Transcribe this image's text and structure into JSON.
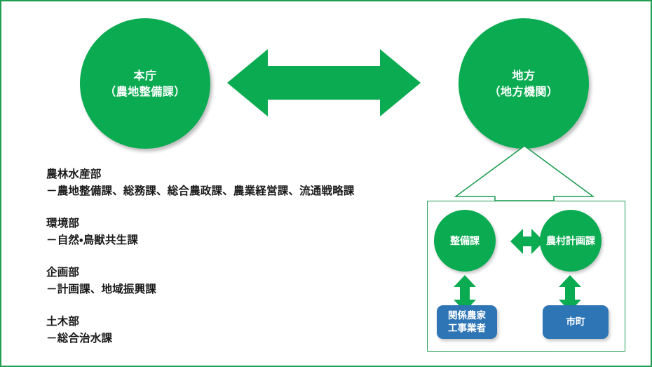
{
  "slide": {
    "background_color": "#ffffff",
    "border_color": "#1f9e52",
    "accent_green": "#0bab52",
    "accent_blue": "#2e75b6"
  },
  "top_nodes": {
    "left_circle": {
      "line1": "本庁",
      "line2": "（農地整備課）"
    },
    "right_circle": {
      "line1": "地方",
      "line2": "（地方機関）"
    }
  },
  "departments": [
    {
      "head": "農林水産部",
      "sub": "－農地整備課、総務課、総合農政課、農業経営課、流通戦略課"
    },
    {
      "head": "環境部",
      "sub": "－自然・鳥獣共生課"
    },
    {
      "head": "企画部",
      "sub": "－計画課、地域振興課"
    },
    {
      "head": "土木部",
      "sub": "－総合治水課"
    }
  ],
  "local_cluster": {
    "left_circle_label": "整備課",
    "right_circle_label": "農村計画課",
    "left_box": {
      "line1": "関係農家",
      "line2": "工事業者"
    },
    "right_box": {
      "line1": "市町"
    }
  },
  "icons": {
    "center_arrow": "double-headed-horizontal-arrow",
    "up_arrow": "up-block-arrow-outline",
    "small_h_arrow": "double-headed-horizontal-arrow-small",
    "small_v_arrow": "double-headed-vertical-arrow-small"
  }
}
